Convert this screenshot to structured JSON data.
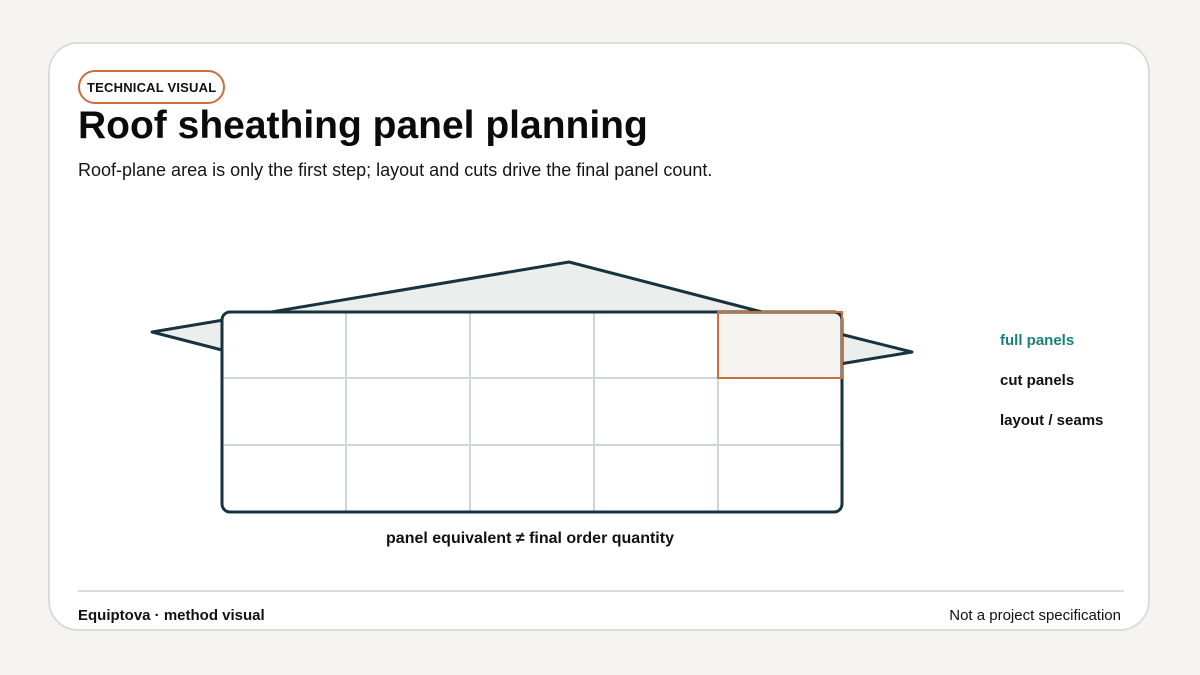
{
  "badge": "TECHNICAL VISUAL",
  "title": "Roof sheathing panel planning",
  "subtitle": "Roof-plane area is only the first step; layout and cuts drive the final panel count.",
  "diagram": {
    "panel_grid": {
      "columns": 5,
      "rows": 3
    },
    "highlighted_cut_panel": {
      "column": 5,
      "row": 1
    },
    "caption": "panel equivalent ≠ final order quantity"
  },
  "legend": {
    "full_panels": "full panels",
    "cut_panels": "cut panels",
    "layout_seams": "layout / seams"
  },
  "footer": {
    "left": "Equiptova · method visual",
    "right": "Not a project specification"
  },
  "colors": {
    "outline": "#16333f",
    "roof_fill": "#eceeed",
    "seam": "#cfd8d7",
    "cut_accent": "#c96f3b",
    "cut_fill": "#f5f4f1",
    "full_panel_text": "#1a7f7a"
  }
}
